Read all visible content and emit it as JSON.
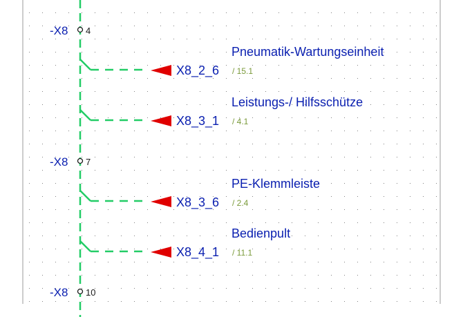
{
  "colors": {
    "wire": "#22cc66",
    "label": "#0a1fb0",
    "arrow": "#e00000",
    "reference": "#7a9a3a",
    "pin": "#1a1a1a",
    "grid": "#7f7f7f",
    "frame": "#999999"
  },
  "terminals": [
    {
      "name": "-X8",
      "pin": "4"
    },
    {
      "name": "-X8",
      "pin": "7"
    },
    {
      "name": "-X8",
      "pin": "10"
    }
  ],
  "branches": [
    {
      "description": "Pneumatik-Wartungseinheit",
      "target": "X8_2_6",
      "reference": "/ 15.1"
    },
    {
      "description": "Leistungs-/ Hilfsschütze",
      "target": "X8_3_1",
      "reference": "/ 4.1"
    },
    {
      "description": "PE-Klemmleiste",
      "target": "X8_3_6",
      "reference": "/ 2.4"
    },
    {
      "description": "Bedienpult",
      "target": "X8_4_1",
      "reference": "/ 11.1"
    }
  ]
}
